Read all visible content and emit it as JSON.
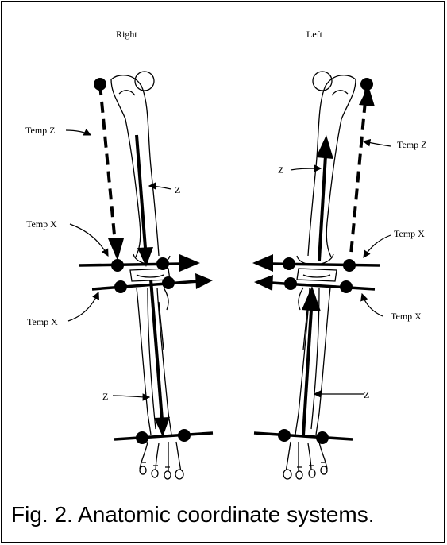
{
  "figure": {
    "right_heading": "Right",
    "left_heading": "Left",
    "labels": {
      "right_temp_z": "Temp Z",
      "right_z_femur": "Z",
      "right_temp_x_upper": "Temp X",
      "right_temp_x_lower": "Temp X",
      "right_z_tibia": "Z",
      "left_z_femur": "Z",
      "left_temp_z": "Temp Z",
      "left_temp_x_upper": "Temp X",
      "left_temp_x_lower": "Temp X",
      "left_z_tibia": "Z"
    },
    "caption": "Fig. 2.  Anatomic coordinate systems."
  },
  "colors": {
    "ink": "#000000",
    "background": "#ffffff"
  }
}
